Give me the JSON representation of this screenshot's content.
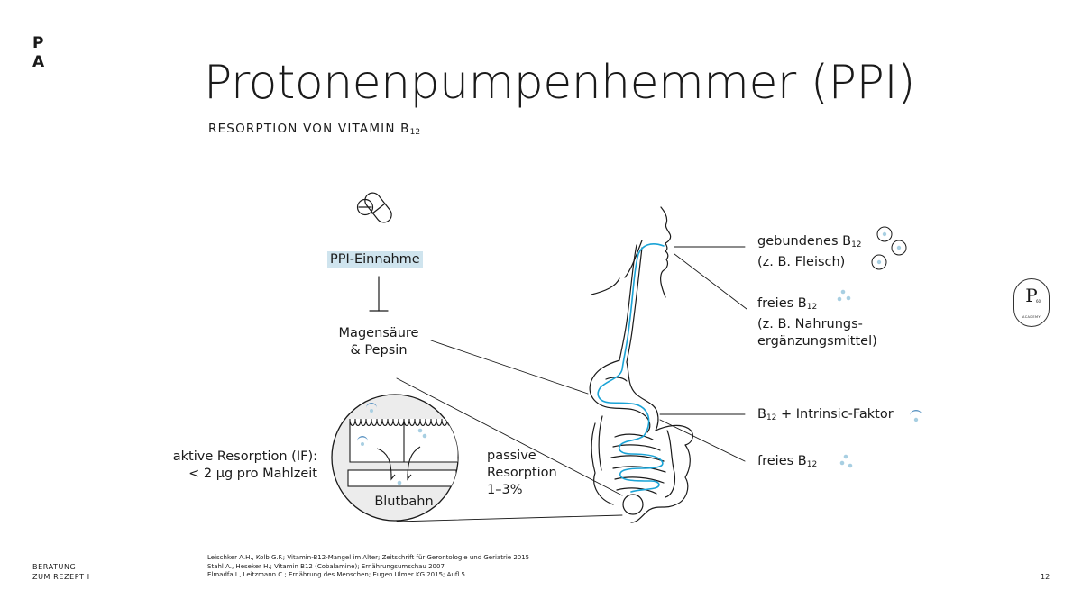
{
  "brand": {
    "logo_line1": "P",
    "logo_line2": "A"
  },
  "header": {
    "title": "Protonenpumpenhemmer (PPI)",
    "subtitle_main": "RESORPTION VON VITAMIN B",
    "subtitle_sub": "12"
  },
  "diagram": {
    "ppi_label": "PPI-Einnahme",
    "acid_line1": "Magensäure",
    "acid_line2": "& Pepsin",
    "bound_b12_main": "gebundenes B",
    "bound_b12_sub": "12",
    "bound_b12_note": "(z. B. Fleisch)",
    "free_b12_main": "freies B",
    "free_b12_sub": "12",
    "free_b12_note1": "(z. B. Nahrungs-",
    "free_b12_note2": "ergänzungsmittel)",
    "b12_if_main": "B",
    "b12_if_sub": "12",
    "b12_if_rest": " + Intrinsic-Faktor",
    "free_b12_2_main": "freies B",
    "free_b12_2_sub": "12",
    "active_line1": "aktive Resorption (IF):",
    "active_line2": "< 2 µg pro Mahlzeit",
    "passive_line1": "passive",
    "passive_line2": "Resorption",
    "passive_line3": "1–3%",
    "bloodstream": "Blutbahn"
  },
  "colors": {
    "accent": "#1aa3d6",
    "highlight": "#cfe4ee",
    "dot": "#a8cfe2",
    "if_blue": "#5a93c2"
  },
  "footer": {
    "line1": "BERATUNG",
    "line2": "ZUM REZEPT I",
    "refs": [
      "Leischker A.H., Kolb G.F.; Vitamin-B12-Mangel im Alter; Zeitschrift für Gerontologie und Geriatrie 2015",
      "Stahl A., Heseker H.; Vitamin B12 (Cobalamine); Ernährungsumschau 2007",
      "Elmadfa I., Leitzmann C.; Ernährung des Menschen; Eugen Ulmer KG 2015; Aufl 5"
    ],
    "page": "12"
  },
  "badge": {
    "letter": "P",
    "small": "60",
    "text": "ACADEMY"
  }
}
